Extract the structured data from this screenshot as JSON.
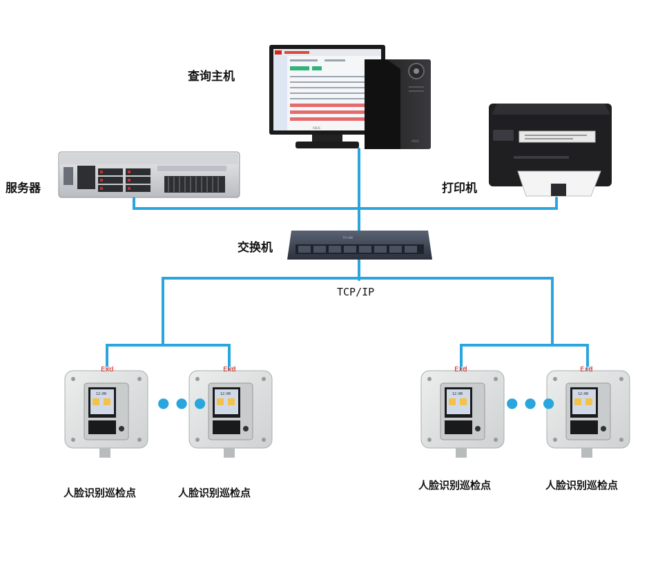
{
  "labels": {
    "host": "查询主机",
    "server": "服务器",
    "printer": "打印机",
    "switch": "交换机",
    "protocol": "TCP/IP",
    "node": "人脸识别巡检点",
    "device_mark": "Exd",
    "device_time": "12:00",
    "ellipsis": "● ● ●"
  },
  "colors": {
    "link": "#2aa6dc",
    "device_body": "#dfe1e1",
    "device_mark": "#d9261c",
    "switch_body": "#3b4250"
  }
}
